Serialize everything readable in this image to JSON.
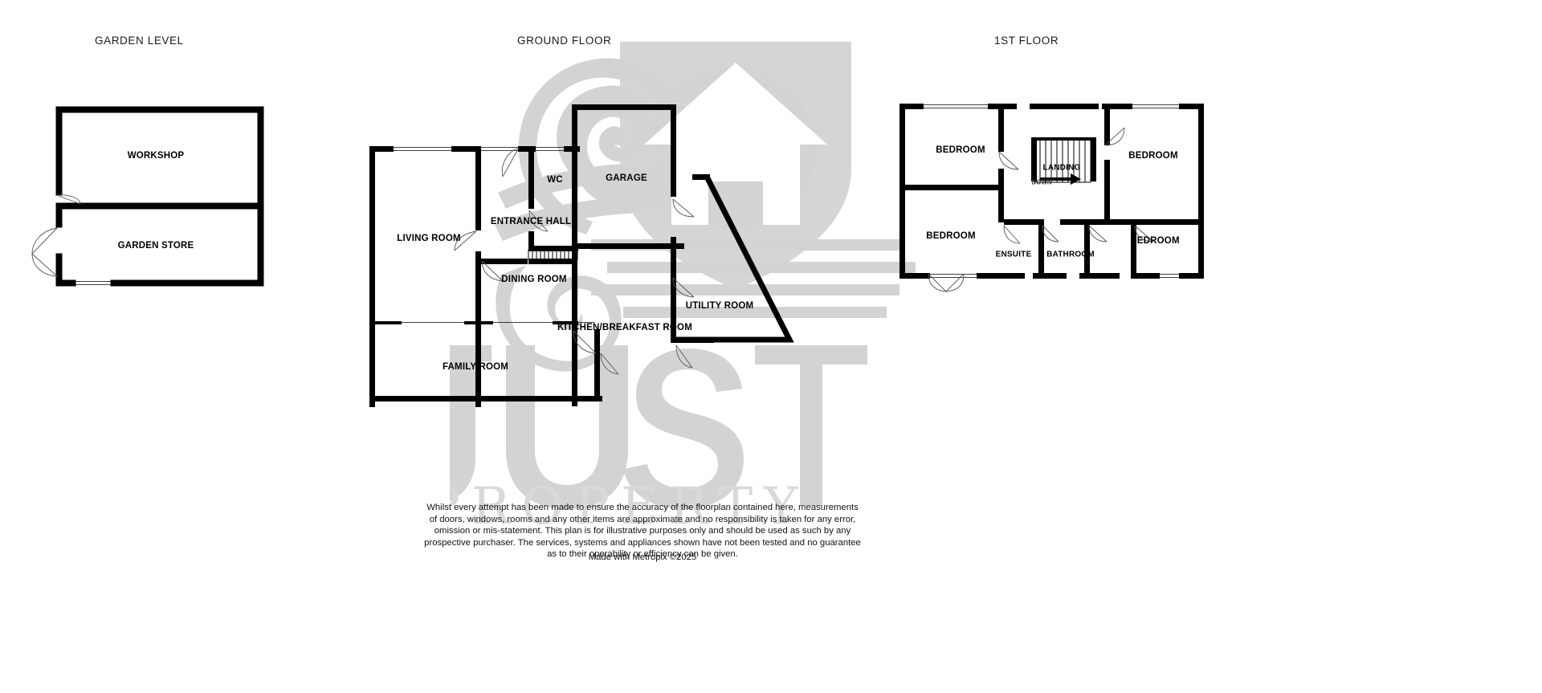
{
  "document": {
    "type": "floorplan",
    "provider": "Metropix",
    "brand_watermark": "JUST PROPERTY"
  },
  "floors": [
    {
      "id": "garden-level",
      "title": "GARDEN LEVEL",
      "rooms": [
        {
          "name": "WORKSHOP",
          "label": "WORKSHOP"
        },
        {
          "name": "GARDEN STORE",
          "label": "GARDEN STORE"
        }
      ]
    },
    {
      "id": "ground-floor",
      "title": "GROUND FLOOR",
      "rooms": [
        {
          "name": "WC",
          "label": "WC"
        },
        {
          "name": "GARAGE",
          "label": "GARAGE"
        },
        {
          "name": "ENTRANCE HALL",
          "label": "ENTRANCE HALL"
        },
        {
          "name": "LIVING ROOM",
          "label": "LIVING ROOM"
        },
        {
          "name": "DINING ROOM",
          "label": "DINING ROOM"
        },
        {
          "name": "UTILITY ROOM",
          "label": "UTILITY ROOM"
        },
        {
          "name": "KITCHEN/BREAKFAST ROOM",
          "label": "KITCHEN/BREAKFAST ROOM"
        },
        {
          "name": "FAMILY ROOM",
          "label": "FAMILY ROOM"
        }
      ]
    },
    {
      "id": "first-floor",
      "title": "1ST FLOOR",
      "rooms": [
        {
          "name": "BEDROOM 1",
          "label": "BEDROOM"
        },
        {
          "name": "BEDROOM 2",
          "label": "BEDROOM"
        },
        {
          "name": "BEDROOM 3",
          "label": "BEDROOM"
        },
        {
          "name": "BEDROOM 4",
          "label": "BEDROOM"
        },
        {
          "name": "LANDING",
          "label": "LANDING"
        },
        {
          "name": "ENSUITE",
          "label": "ENSUITE"
        },
        {
          "name": "BATHROOM",
          "label": "BATHROOM"
        }
      ],
      "stair_direction": "DOWN"
    }
  ],
  "disclaimer": {
    "line1": "Whilst every attempt has been made to ensure the accuracy of the floorplan contained here, measurements",
    "line2": "of doors, windows, rooms and any other items are approximate and no responsibility is taken for any error,",
    "line3": "omission or mis-statement. This plan is for illustrative purposes only and should be used as such by any",
    "line4": "prospective purchaser. The services, systems and appliances shown have not been tested and no guarantee",
    "line5": "as to their operability or efficiency can be given.",
    "credit": "Made with Metropix ©2025"
  },
  "colors": {
    "wall": "#000000",
    "watermark": "#d2d2d2",
    "text": "#111111",
    "background": "#ffffff"
  }
}
